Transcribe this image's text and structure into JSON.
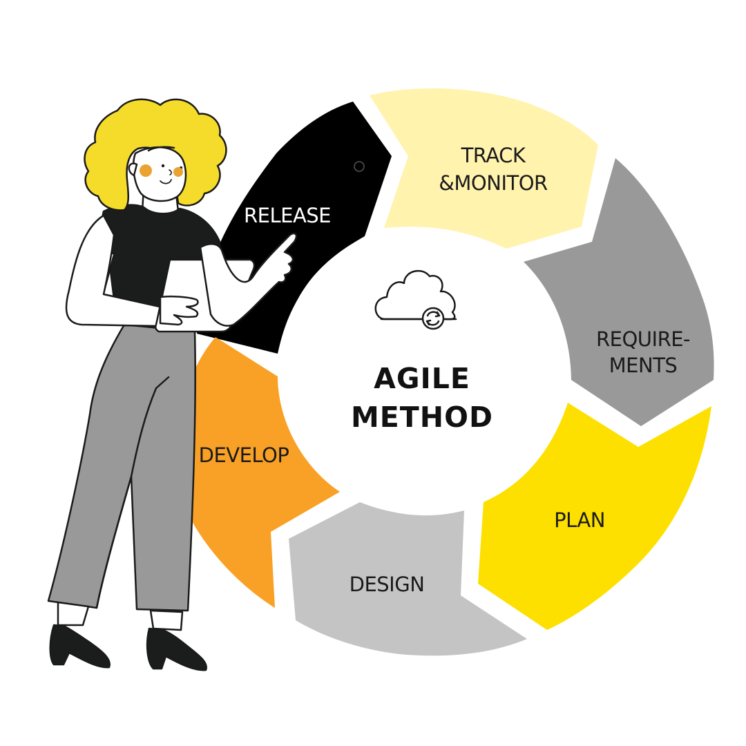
{
  "title": {
    "line1": "AGILE",
    "line2": "METHOD"
  },
  "segments": [
    {
      "id": "release",
      "lines": [
        "RELEASE"
      ],
      "color": "#000000",
      "text_color": "#ffffff"
    },
    {
      "id": "track-monitor",
      "lines": [
        "TRACK",
        "&MONITOR"
      ],
      "color": "#FFF3AE",
      "text_color": "#1a1a1a"
    },
    {
      "id": "requirements",
      "lines": [
        "REQUIRE-",
        "MENTS"
      ],
      "color": "#999999",
      "text_color": "#1a1a1a"
    },
    {
      "id": "plan",
      "lines": [
        "PLAN"
      ],
      "color": "#FDE000",
      "text_color": "#1a1a1a"
    },
    {
      "id": "design",
      "lines": [
        "DESIGN"
      ],
      "color": "#C4C4C4",
      "text_color": "#1a1a1a"
    },
    {
      "id": "develop",
      "lines": [
        "DEVELOP"
      ],
      "color": "#F9A126",
      "text_color": "#1a1a1a"
    }
  ],
  "icons": {
    "center": "cloud-sync-icon"
  },
  "colors": {
    "hair": "#F5DC2A",
    "cheeks": "#E8A332",
    "shirt": "#1B1D1C",
    "pants": "#999999",
    "outline": "#1a1a1a"
  }
}
